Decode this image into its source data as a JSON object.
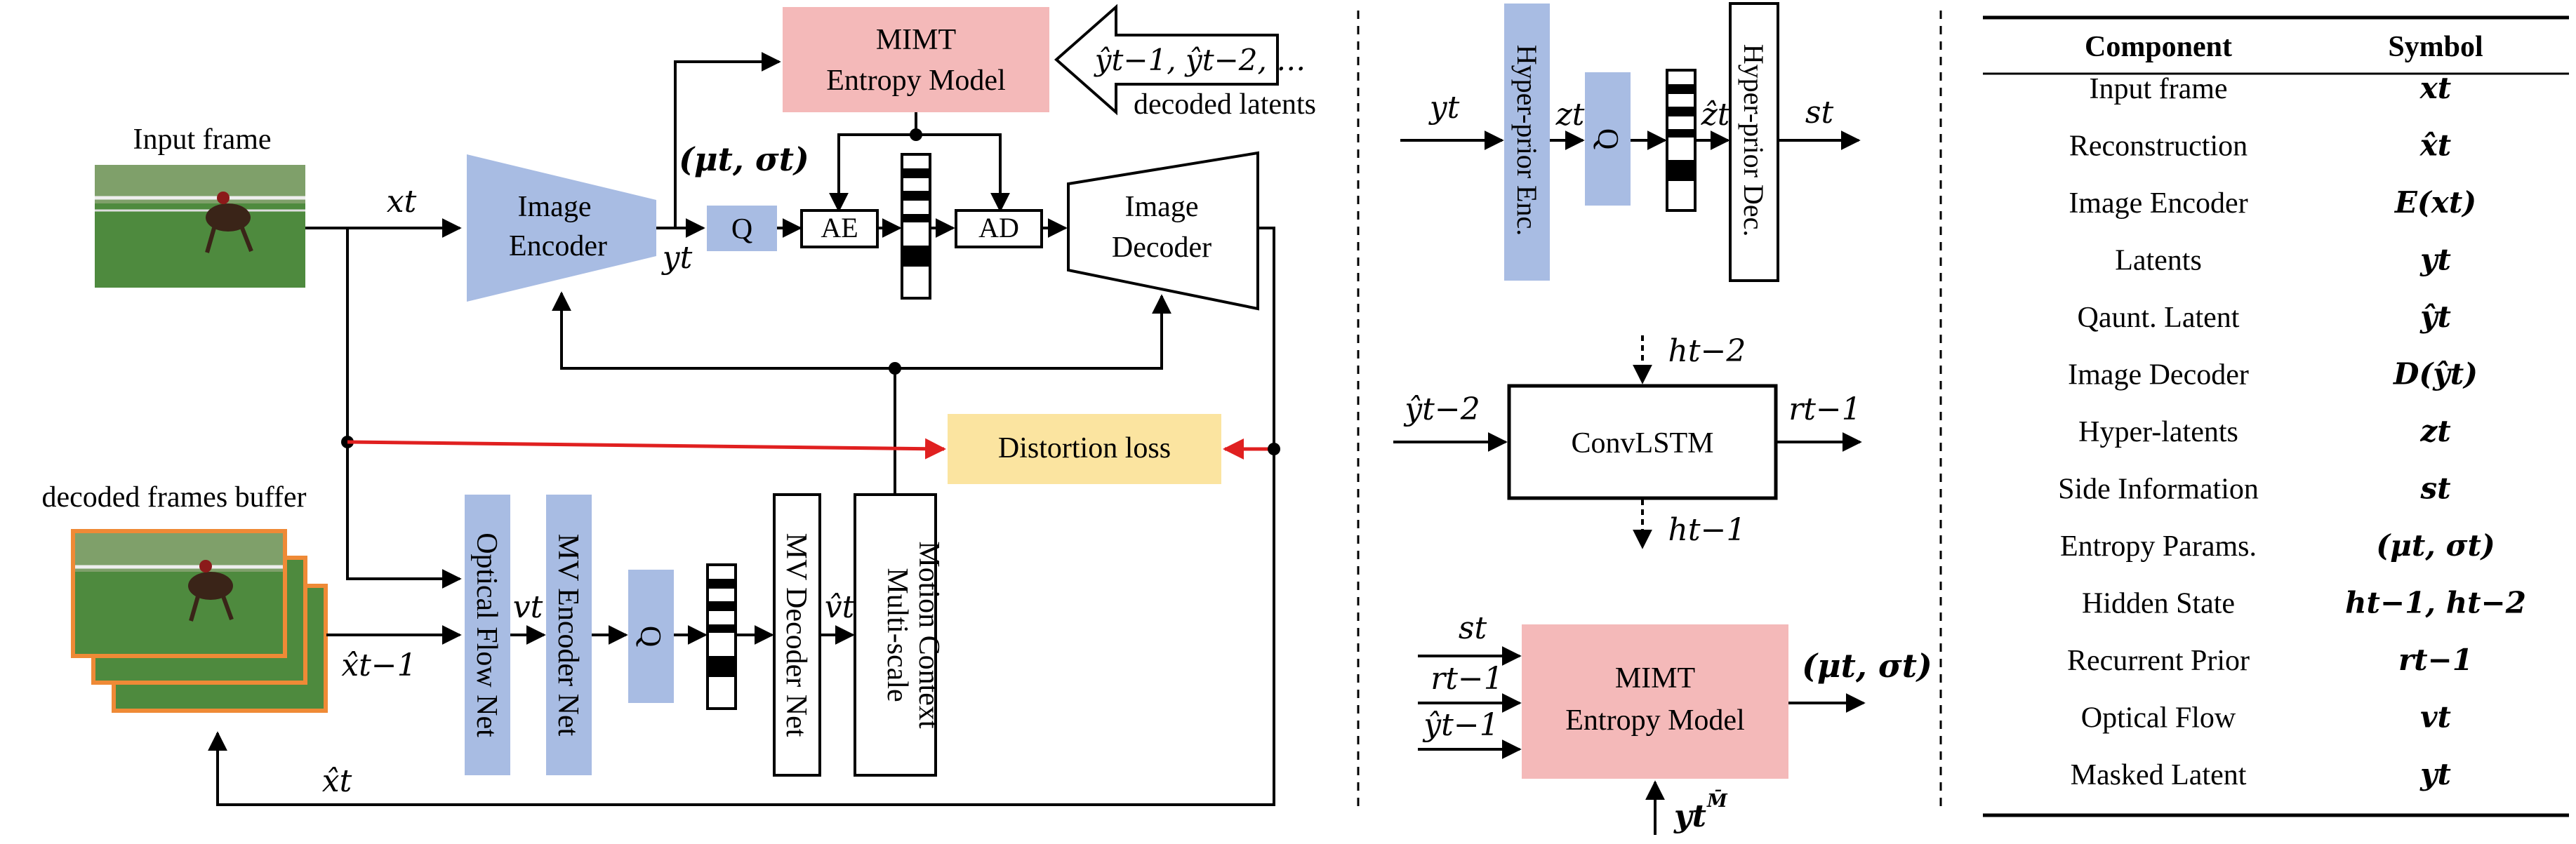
{
  "colors": {
    "blue_block": "#a8bce3",
    "pink_block": "#f4b9b9",
    "yellow_block": "#fbe4a0",
    "red_arrow": "#e02020",
    "orange_frame": "#ef8a36",
    "grass": "#4e8a3e"
  },
  "main": {
    "input_frame_label": "Input frame",
    "decoded_buffer_label": "decoded frames buffer",
    "image_encoder": [
      "Image",
      "Encoder"
    ],
    "image_decoder": [
      "Image",
      "Decoder"
    ],
    "mimt_top": [
      "MIMT",
      "Entropy Model"
    ],
    "decoded_latents_math": "ŷt−1, ŷt−2, …",
    "decoded_latents_label": "decoded latents",
    "q_label": "Q",
    "ae_label": "AE",
    "ad_label": "AD",
    "params_label": "(μt, σt)",
    "distortion_loss": "Distortion loss",
    "optical_flow_net": "Optical Flow Net",
    "mv_encoder_net": "MV Encoder Net",
    "q_mv": "Q",
    "mv_decoder_net": "MV Decoder Net",
    "motion_context": [
      "Multi-scale",
      "Motion Context"
    ],
    "x_t": "xt",
    "y_t": "yt",
    "v_t": "vt",
    "vhat_t": "v̂t",
    "xhat_t_1": "x̂t−1",
    "xhat_t": "x̂t"
  },
  "hyper": {
    "y_t": "yt",
    "enc": "Hyper-prior Enc.",
    "z_t": "zt",
    "q": "Q",
    "zhat_t": "ẑt",
    "dec": "Hyper-prior Dec.",
    "s_t": "st"
  },
  "lstm": {
    "h_t_2": "ht−2",
    "yhat_t_2": "ŷt−2",
    "label": "ConvLSTM",
    "r_t_1": "rt−1",
    "h_t_1": "ht−1"
  },
  "mimt": {
    "s_t": "st",
    "r_t_1": "rt−1",
    "yhat_t_1": "ŷt−1",
    "label": [
      "MIMT",
      "Entropy Model"
    ],
    "output": "(μt, σt)",
    "masked": "yt"
  },
  "table": {
    "headers": [
      "Component",
      "Symbol"
    ],
    "rows": [
      [
        "Input frame",
        "xt"
      ],
      [
        "Reconstruction",
        "x̂t"
      ],
      [
        "Image Encoder",
        "E(xt)"
      ],
      [
        "Latents",
        "yt"
      ],
      [
        "Qaunt. Latent",
        "ŷt"
      ],
      [
        "Image Decoder",
        "D(ŷt)"
      ],
      [
        "Hyper-latents",
        "zt"
      ],
      [
        "Side Information",
        "st"
      ],
      [
        "Entropy Params.",
        "(μt, σt)"
      ],
      [
        "Hidden State",
        "ht−1, ht−2"
      ],
      [
        "Recurrent Prior",
        "rt−1"
      ],
      [
        "Optical Flow",
        "vt"
      ],
      [
        "Masked Latent",
        "yt"
      ]
    ]
  }
}
